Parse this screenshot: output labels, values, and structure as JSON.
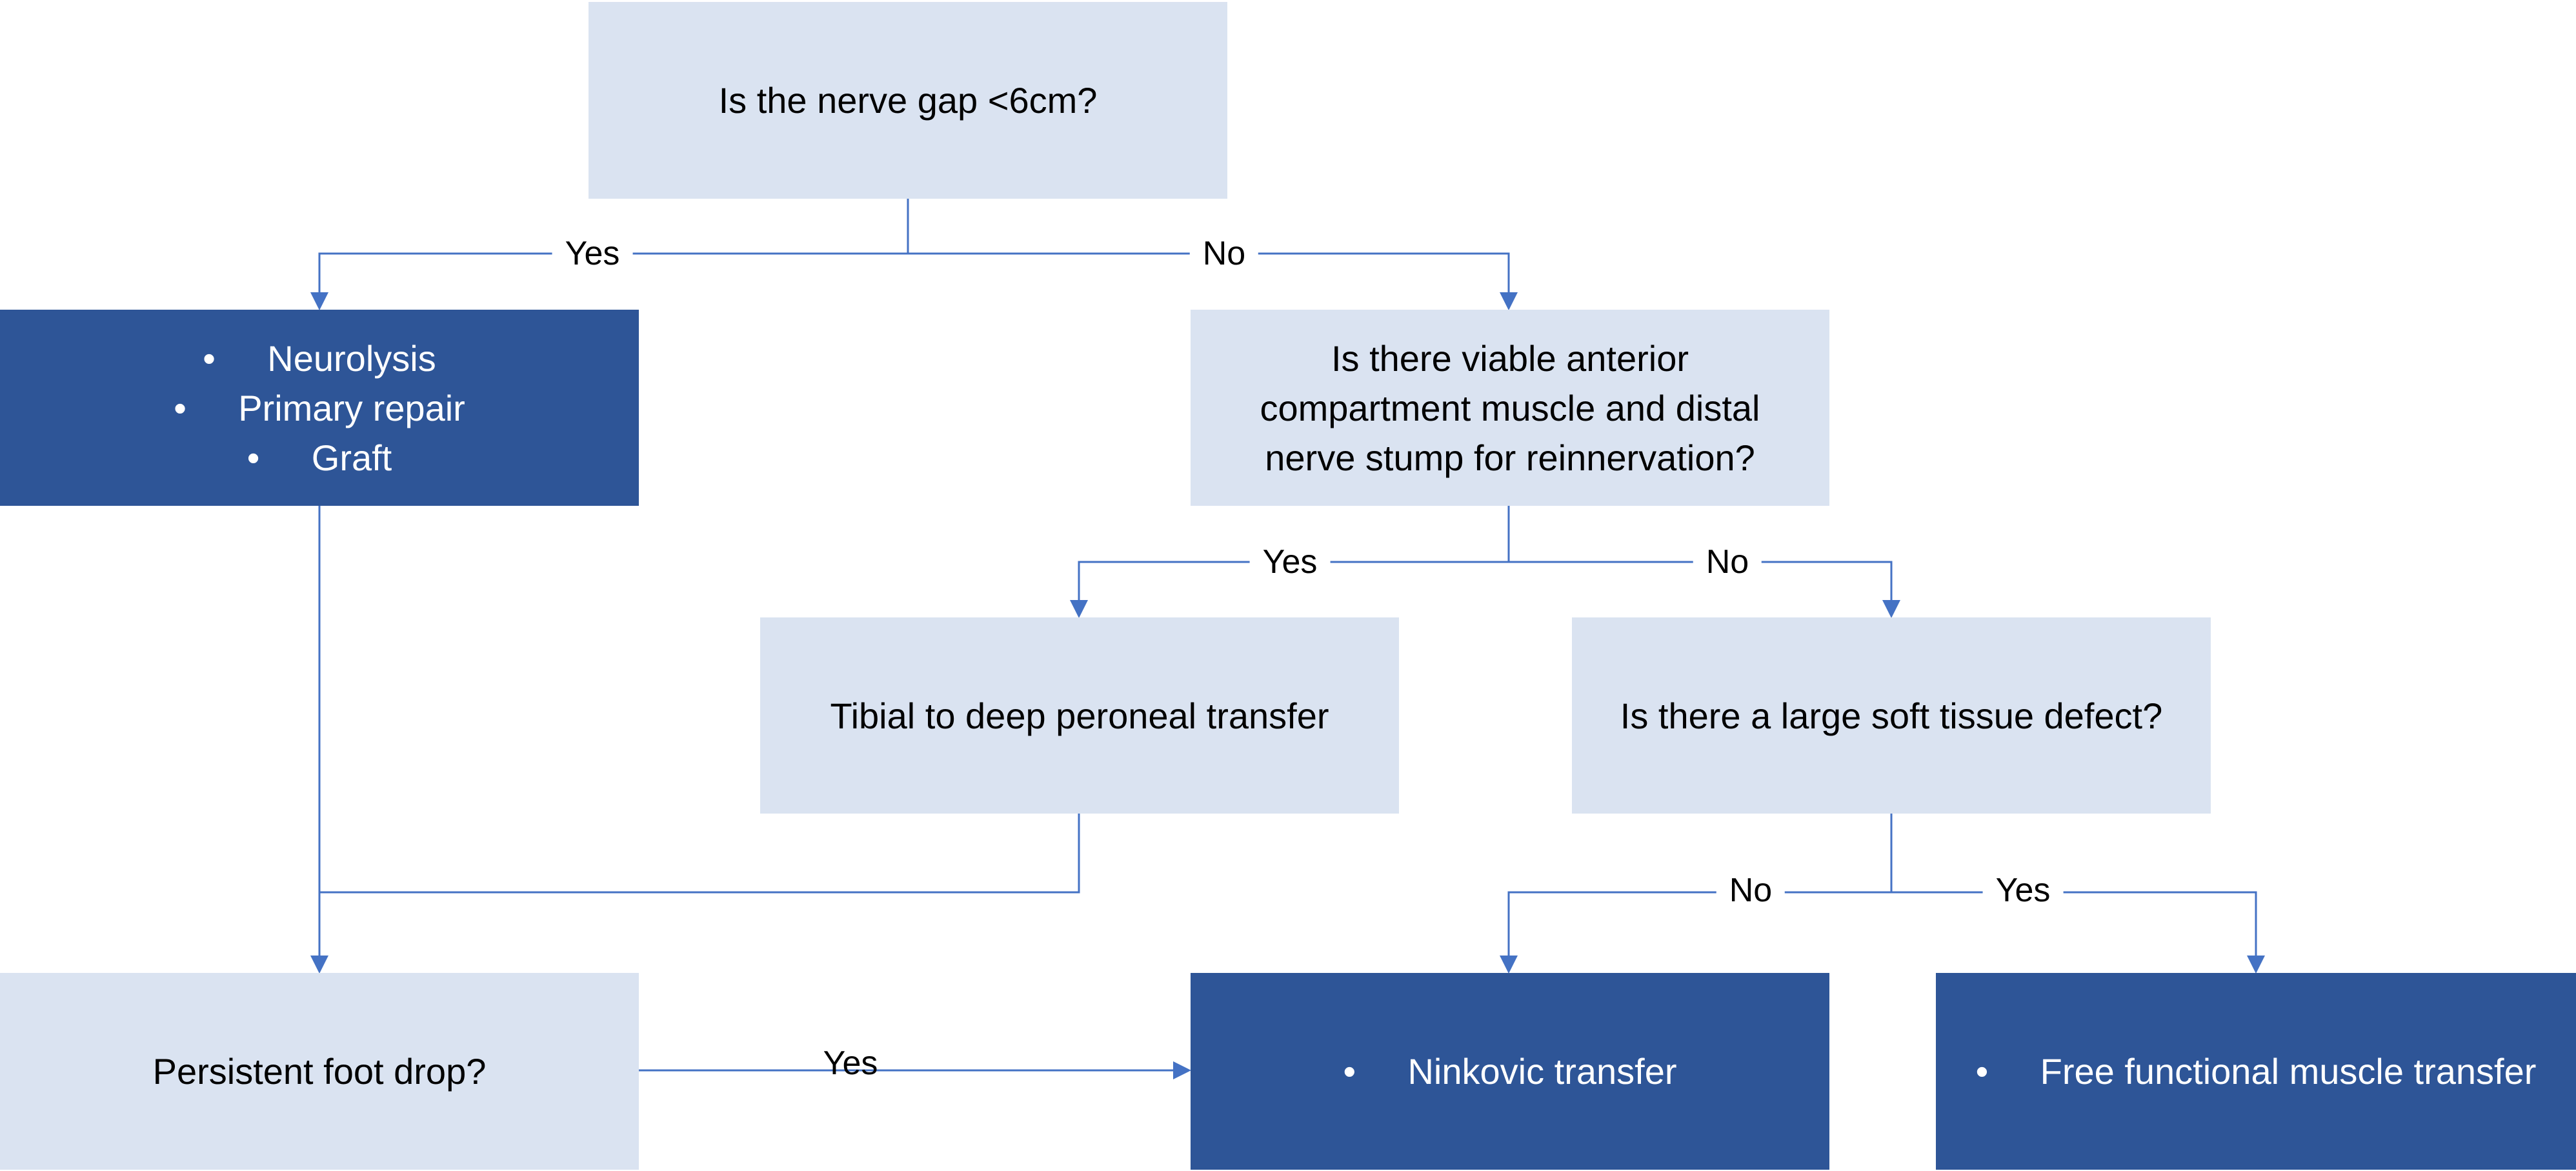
{
  "colors": {
    "light_box": "#dae3f1",
    "dark_box": "#2e5597",
    "connector": "#4472c4",
    "dark_text": "#ffffff",
    "light_text": "#000000"
  },
  "nodes": {
    "q_gap": "Is the nerve gap <6cm?",
    "options_short_gap": [
      "Neurolysis",
      "Primary repair",
      "Graft"
    ],
    "q_viable": "Is there viable anterior compartment muscle and distal nerve stump for reinnervation?",
    "tibial_transfer": "Tibial to deep peroneal transfer",
    "q_defect": "Is there a large soft tissue defect?",
    "q_foot_drop": "Persistent foot drop?",
    "ninkovic": "Ninkovic transfer",
    "free_muscle": "Free functional muscle transfer"
  },
  "bullet_symbol": "•",
  "edges": {
    "gap_yes": "Yes",
    "gap_no": "No",
    "viable_yes": "Yes",
    "viable_no": "No",
    "defect_no": "No",
    "defect_yes": "Yes",
    "foot_drop_yes": "Yes"
  }
}
